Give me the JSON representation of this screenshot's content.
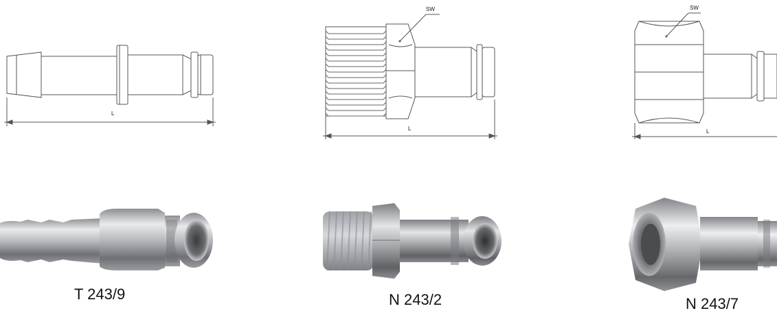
{
  "products": [
    {
      "code": "T 243/9",
      "dimension_length": "L"
    },
    {
      "code": "N 243/2",
      "dimension_length": "L",
      "dimension_wrench": "SW"
    },
    {
      "code": "N 243/7",
      "dimension_length": "L",
      "dimension_wrench": "SW"
    }
  ]
}
